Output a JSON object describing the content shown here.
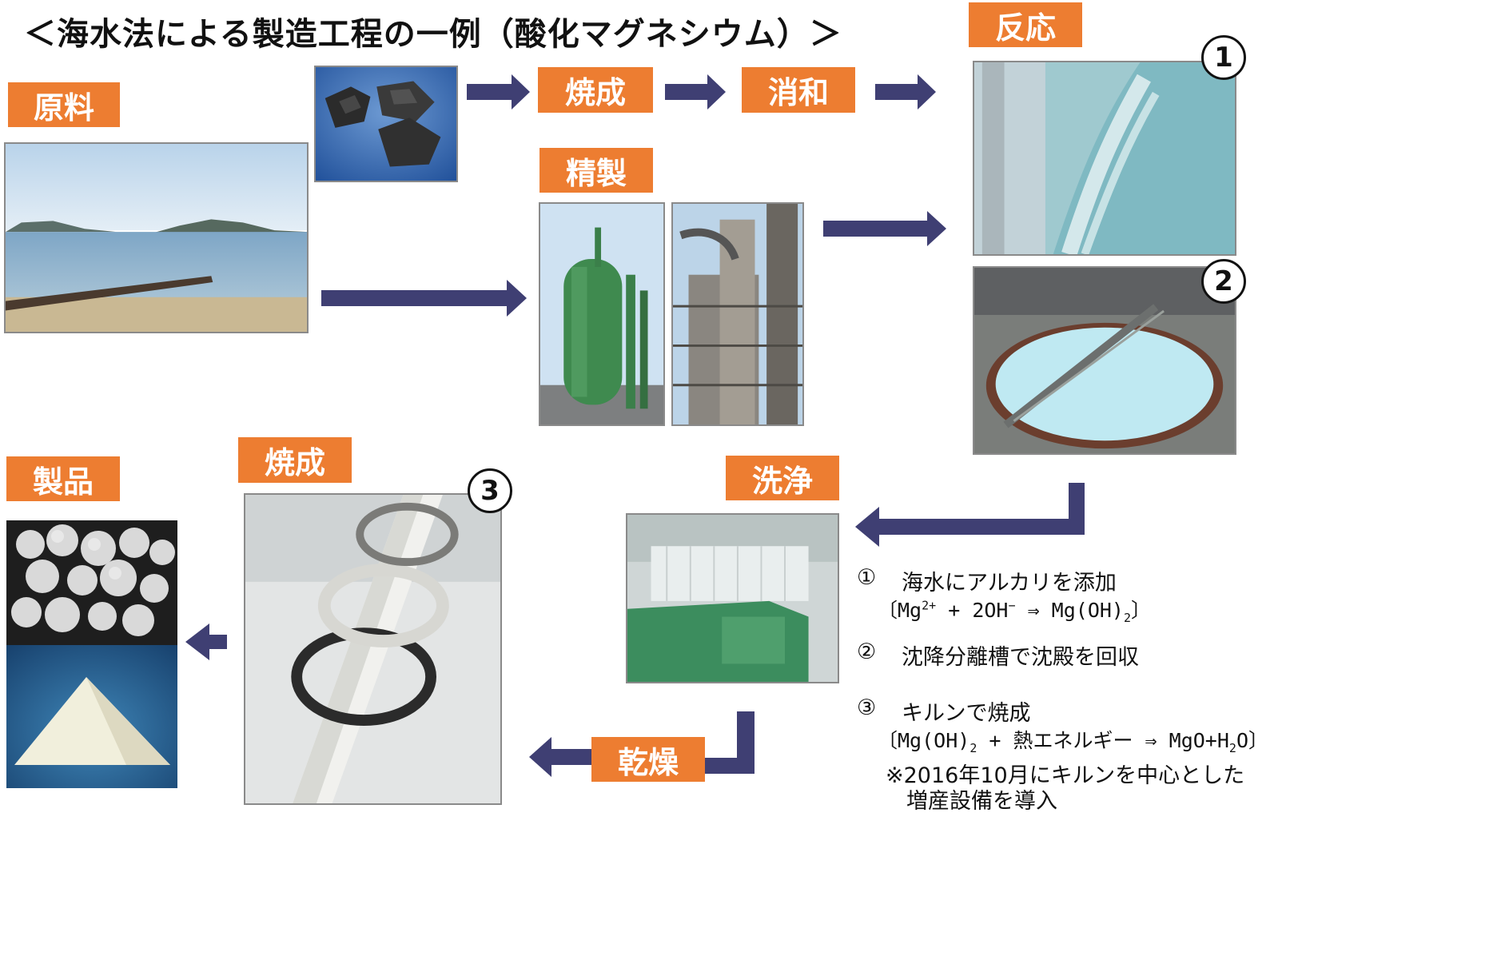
{
  "title": "＜海水法による製造工程の一例（酸化マグネシウム）＞",
  "labels": {
    "raw_material": "原料",
    "calcination_top": "焼成",
    "slaking": "消和",
    "refining": "精製",
    "reaction": "反応",
    "washing": "洗浄",
    "drying": "乾燥",
    "calcination_bottom": "焼成",
    "product": "製品"
  },
  "badges": {
    "b1": "1",
    "b2": "2",
    "b3": "3"
  },
  "notes": {
    "n1_num": "①",
    "n1_text": "海水にアルカリを添加",
    "n1_formula": {
      "open": "〔Mg",
      "sup1": "2+",
      "mid": " + 2OH",
      "sup2": "−",
      "tail": " ⇒ Mg(OH)",
      "sub1": "2",
      "close": "〕"
    },
    "n2_num": "②",
    "n2_text": "沈降分離槽で沈殿を回収",
    "n3_num": "③",
    "n3_text": "キルンで焼成",
    "n3_formula": {
      "open": "〔Mg(OH)",
      "sub1": "2",
      "mid": " + 熱エネルギー ⇒ MgO+H",
      "sub2": "2",
      "tail": "O〕"
    },
    "remark1": "※2016年10月にキルンを中心とした",
    "remark2": "増産設備を導入"
  },
  "colors": {
    "label_bg": "#ED7D31",
    "arrow": "#3F3F73"
  }
}
